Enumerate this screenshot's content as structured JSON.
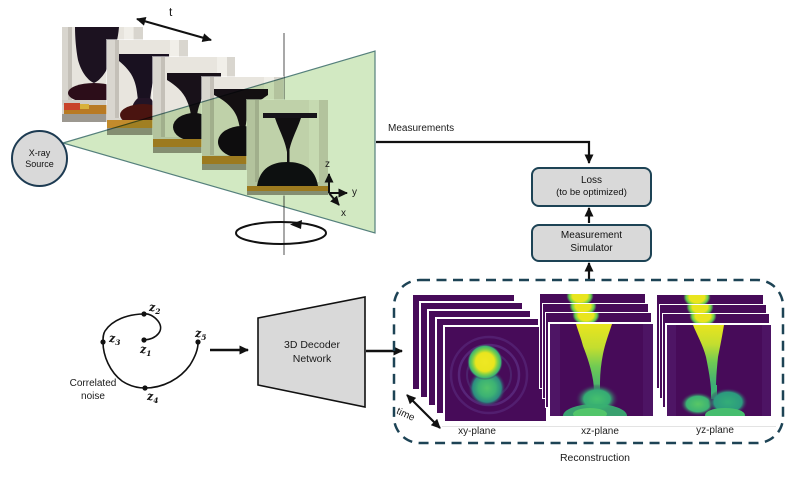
{
  "source": {
    "line1": "X-ray",
    "line2": "Source"
  },
  "time_axis_label": "t",
  "axes": {
    "z": "z",
    "y": "y",
    "x": "x"
  },
  "measurements_label": "Measurements",
  "loss_box": {
    "line1": "Loss",
    "line2": "(to be optimized)"
  },
  "simulator_box": {
    "line1": "Measurement",
    "line2": "Simulator"
  },
  "noise": {
    "label_line1": "Correlated",
    "label_line2": "noise",
    "points": [
      {
        "base": "z",
        "sub": "1"
      },
      {
        "base": "z",
        "sub": "2"
      },
      {
        "base": "z",
        "sub": "3"
      },
      {
        "base": "z",
        "sub": "4"
      },
      {
        "base": "z",
        "sub": "5"
      }
    ]
  },
  "decoder": {
    "line1": "3D Decoder",
    "line2": "Network"
  },
  "reconstruction": {
    "label": "Reconstruction",
    "time_label": "time",
    "planes": [
      {
        "label": "xy-plane"
      },
      {
        "label": "xz-plane"
      },
      {
        "label": "yz-plane"
      }
    ]
  },
  "colors": {
    "box_fill": "#d9d9d9",
    "box_border": "#1d4355",
    "cone_fill": "#cfe7bd",
    "viridis_bg": "#470b59",
    "viridis_green": "#3cb274",
    "viridis_yellow": "#e9e51e"
  }
}
